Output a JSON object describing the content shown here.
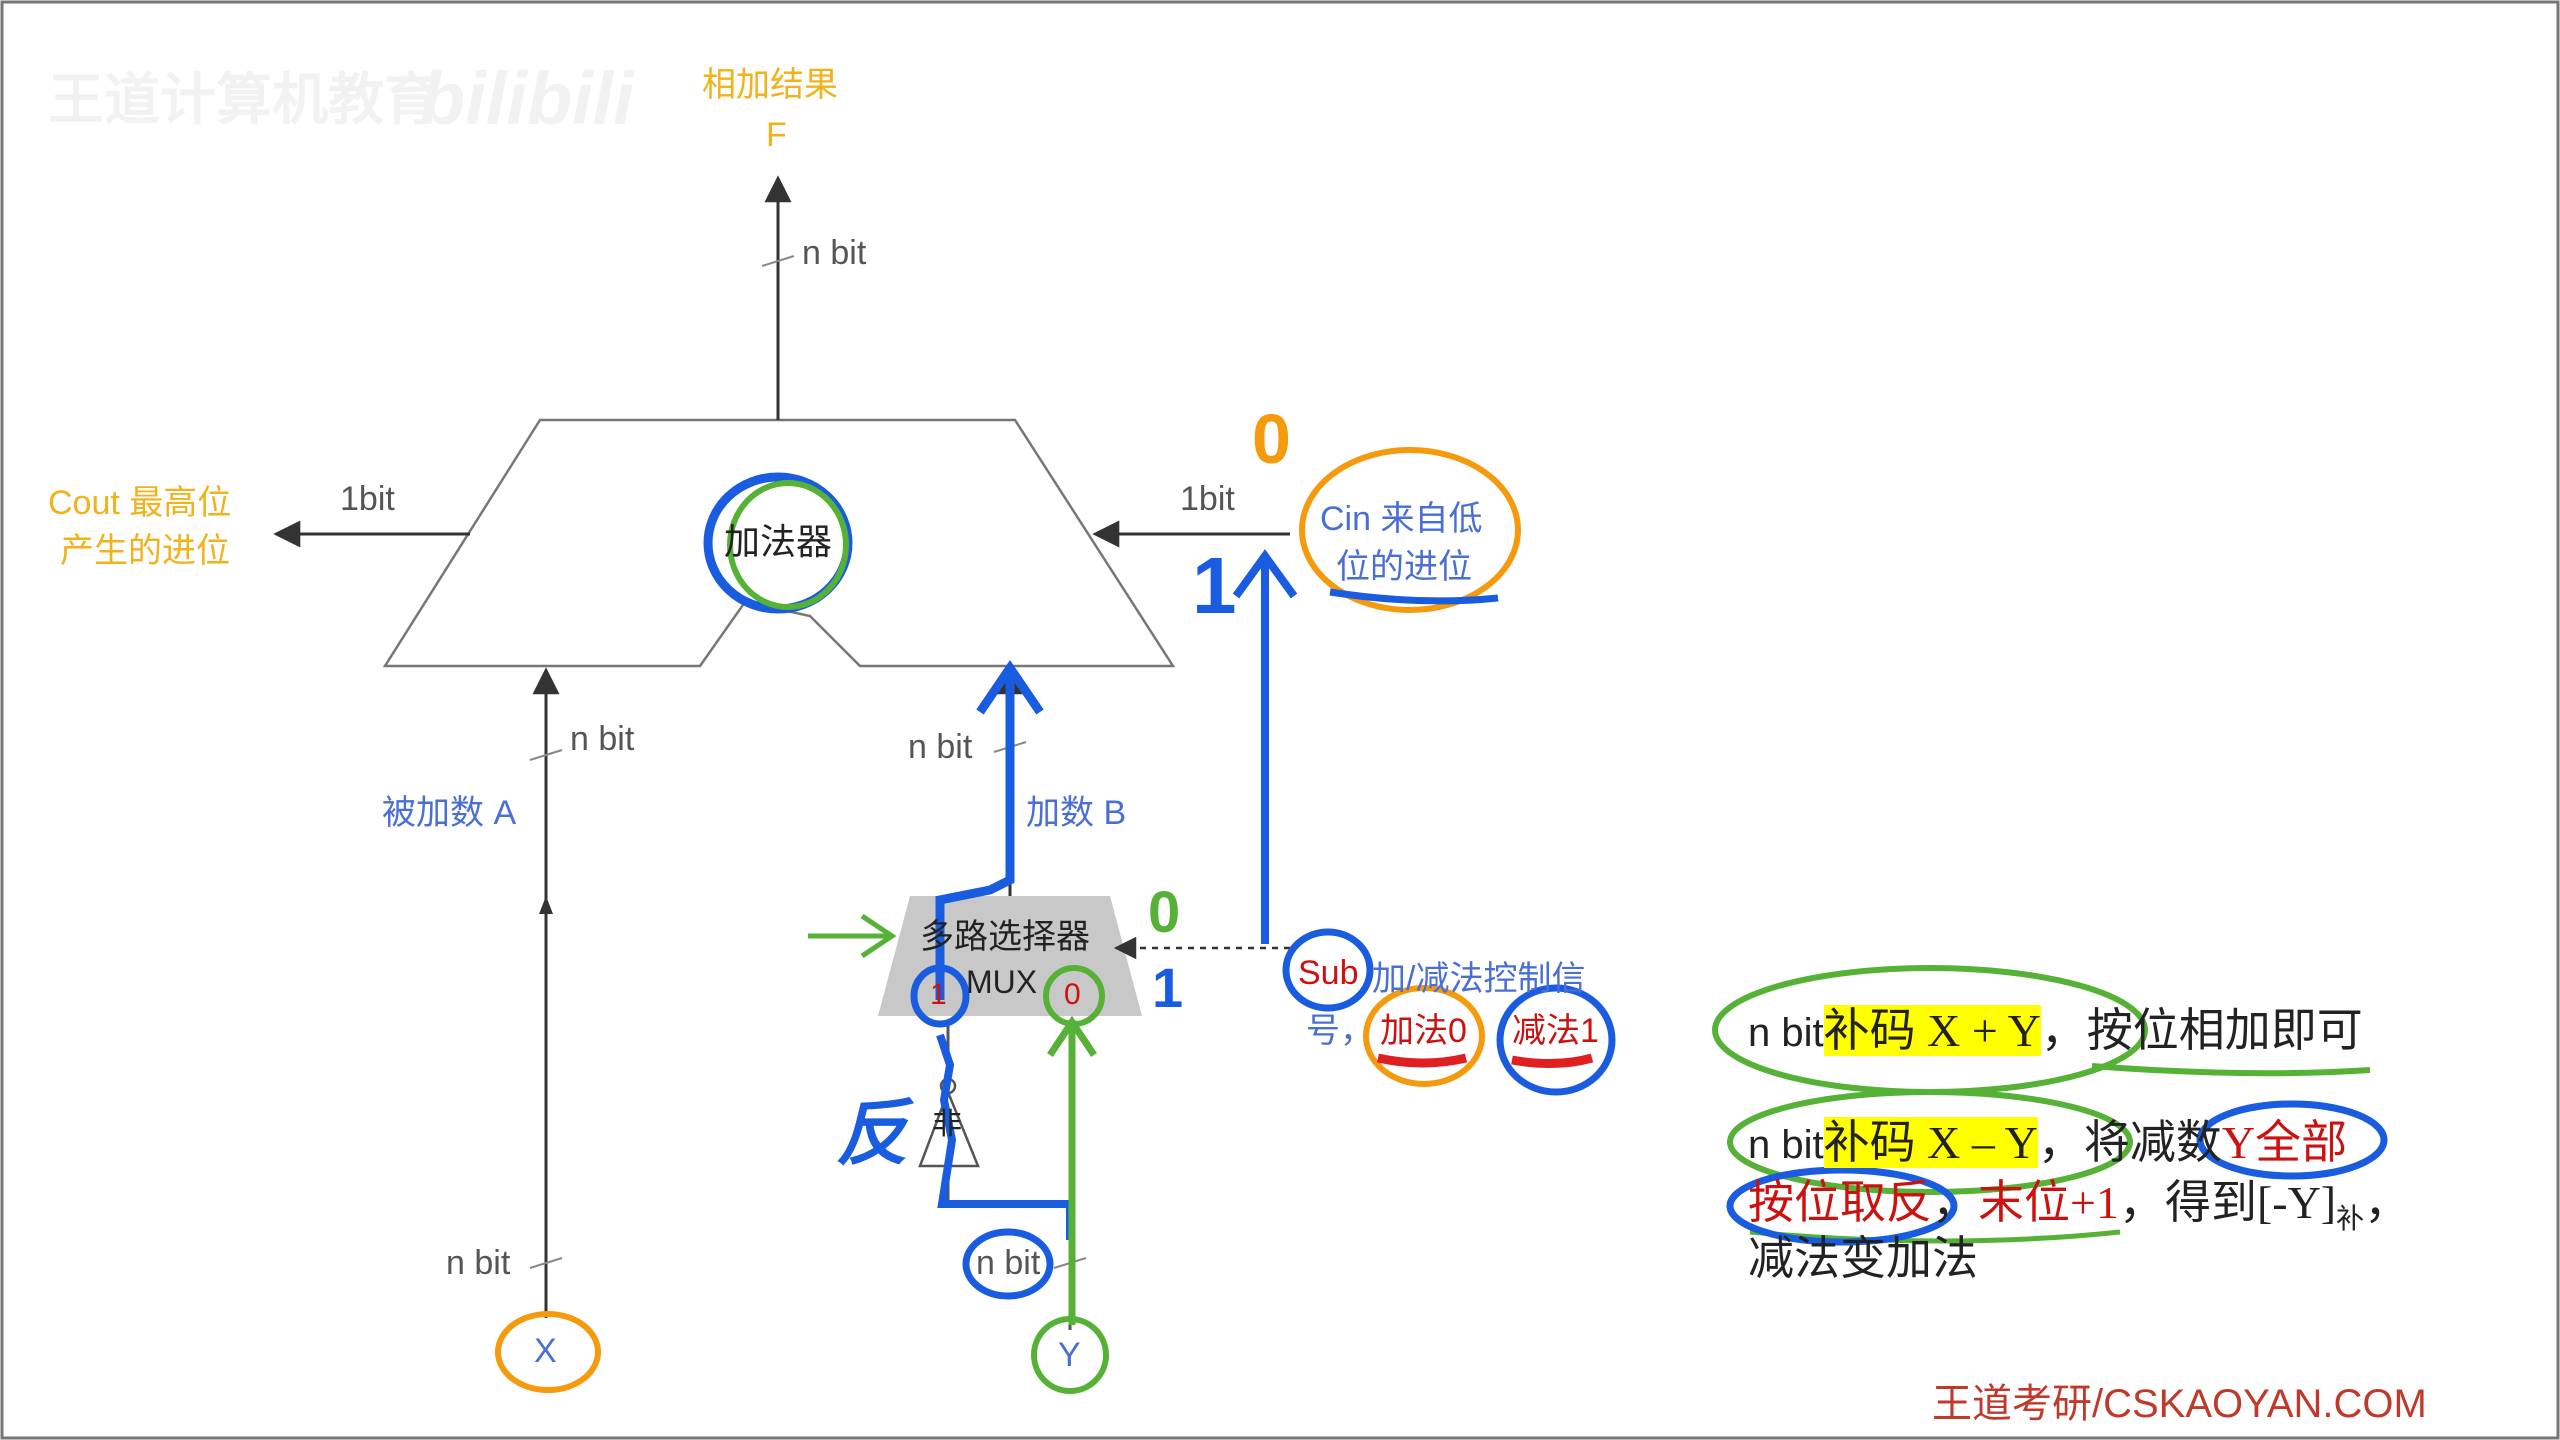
{
  "watermark": {
    "brand": "王道计算机教育",
    "site": "bilibili"
  },
  "top_output": {
    "title": "相加结果",
    "symbol": "F",
    "width": "n bit"
  },
  "adder": {
    "label": "加法器"
  },
  "cout": {
    "line1": "Cout 最高位",
    "line2": "产生的进位",
    "width": "1bit"
  },
  "cin": {
    "line1": "Cin 来自低",
    "line2": "位的进位",
    "width": "1bit"
  },
  "input_a": {
    "label": "被加数 A",
    "width_top": "n bit",
    "width_bottom": "n bit",
    "source": "X"
  },
  "input_b": {
    "label": "加数 B",
    "width_top": "n bit",
    "width_bottom": "n bit",
    "source": "Y"
  },
  "mux": {
    "line1": "多路选择器",
    "line2": "MUX",
    "in1": "1",
    "in0": "0"
  },
  "not_gate": {
    "label": "非"
  },
  "sub": {
    "name": "Sub",
    "desc_line1": "加/减法控制信",
    "desc_line2_prefix": "号，",
    "add_value": "加法0",
    "sub_value": "减法1"
  },
  "notes": {
    "line1_prefix": "n bit",
    "line1_hl": "补码 X + Y",
    "line1_rest": "，按位相加即可",
    "line2_prefix": "n bit",
    "line2_hl": "补码 X – Y",
    "line2_rest": "，将减数",
    "line2_red": "Y全部",
    "line3_red1": "按位取反",
    "line3_sep": "，",
    "line3_red2": "末位+1",
    "line3_rest": "，得到[-Y]",
    "line3_sub": "补",
    "line3_end": "，",
    "line4": "减法变加法"
  },
  "handwriting": {
    "cin_add": "0",
    "cin_sub": "1",
    "mux_ctrl_add": "0",
    "mux_ctrl_sub": "1",
    "not_note": "反"
  },
  "footer": {
    "credit": "王道考研/CSKAOYAN.COM"
  },
  "colors": {
    "ink": "#555555",
    "blue_text": "#4a6fd4",
    "orange_text": "#f2b21b",
    "pen_blue": "#1a5ce0",
    "pen_green": "#55b236",
    "pen_orange": "#f49a0c",
    "pen_red": "#e02020",
    "footer_red": "#c0392b",
    "highlight": "#ffff00"
  }
}
